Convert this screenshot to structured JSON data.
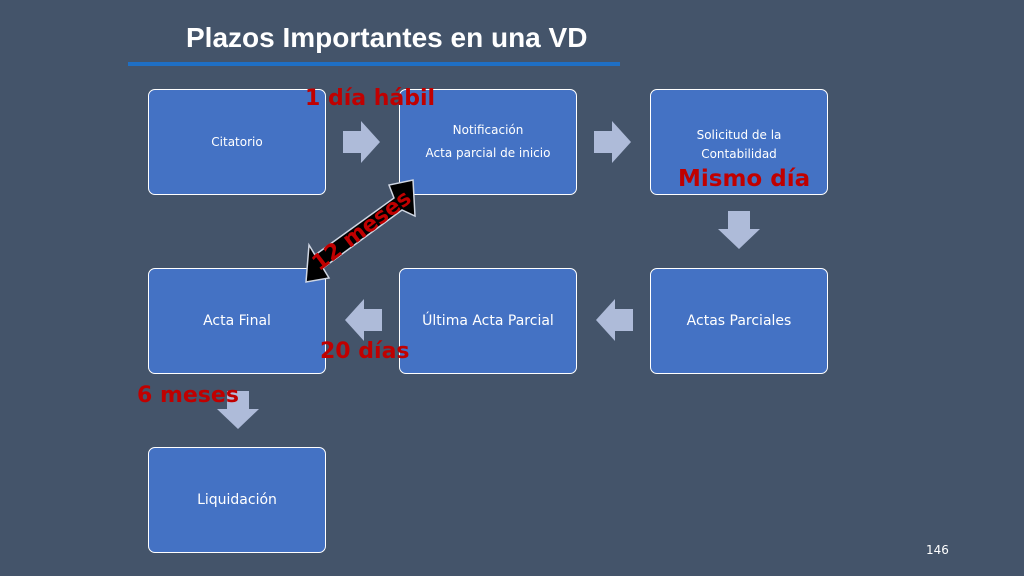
{
  "title": "Plazos Importantes en una VD",
  "page_number": "146",
  "colors": {
    "background": "#44546a",
    "box": "#4472c4",
    "accent_rule": "#1f6fc4",
    "note": "#c00000",
    "arrow": "#aebbd9"
  },
  "boxes": {
    "citatorio": {
      "text": "Citatorio"
    },
    "notificacion": {
      "line1": "Notificación",
      "line2": "Acta parcial de inicio"
    },
    "solicitud": {
      "line1": "Solicitud de la",
      "line2": "Contabilidad"
    },
    "actas_parciales": {
      "text": "Actas Parciales"
    },
    "ultima_acta": {
      "text": "Última Acta Parcial"
    },
    "acta_final": {
      "text": "Acta Final"
    },
    "liquidacion": {
      "text": "Liquidación"
    }
  },
  "notes": {
    "dia_habil": "1 día hábil",
    "mismo_dia": "Mismo día",
    "doce_meses": "12 meses",
    "veinte_dias": "20 días",
    "seis_meses": "6 meses"
  }
}
